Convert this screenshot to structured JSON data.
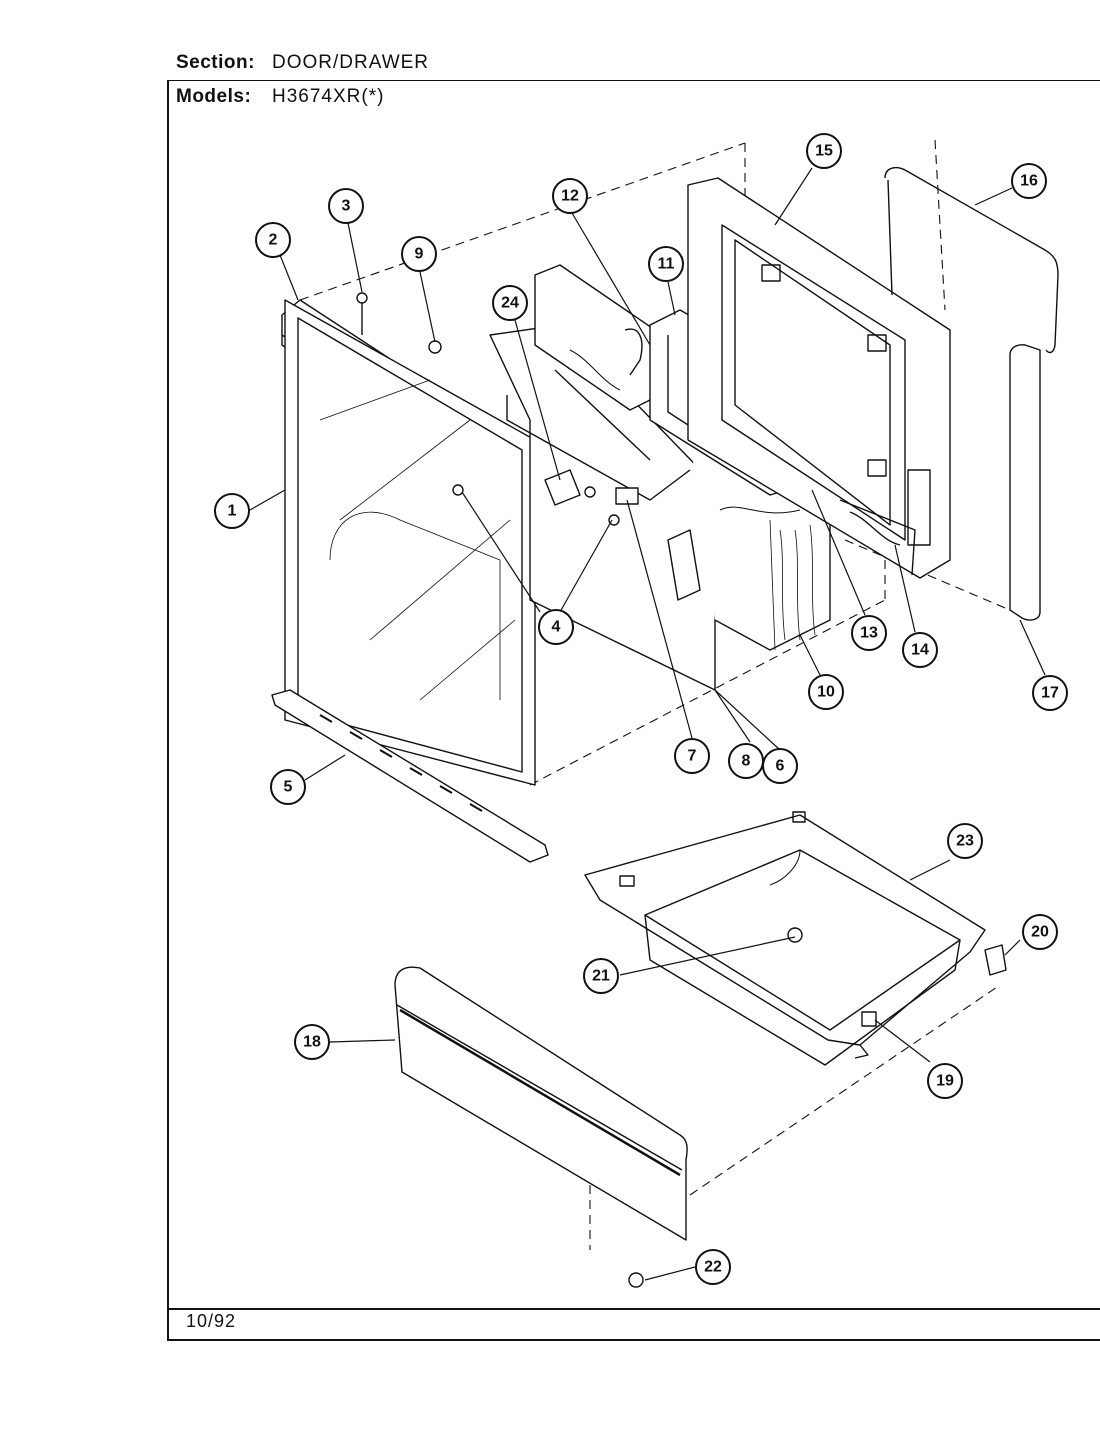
{
  "header": {
    "section_label": "Section:",
    "section_value": "DOOR/DRAWER",
    "models_label": "Models:",
    "models_value": "H3674XR(*)"
  },
  "footer": {
    "date": "10/92"
  },
  "callouts": [
    "1",
    "2",
    "3",
    "4",
    "5",
    "6",
    "7",
    "8",
    "9",
    "10",
    "11",
    "12",
    "13",
    "14",
    "15",
    "16",
    "17",
    "18",
    "19",
    "20",
    "21",
    "22",
    "23",
    "24"
  ]
}
